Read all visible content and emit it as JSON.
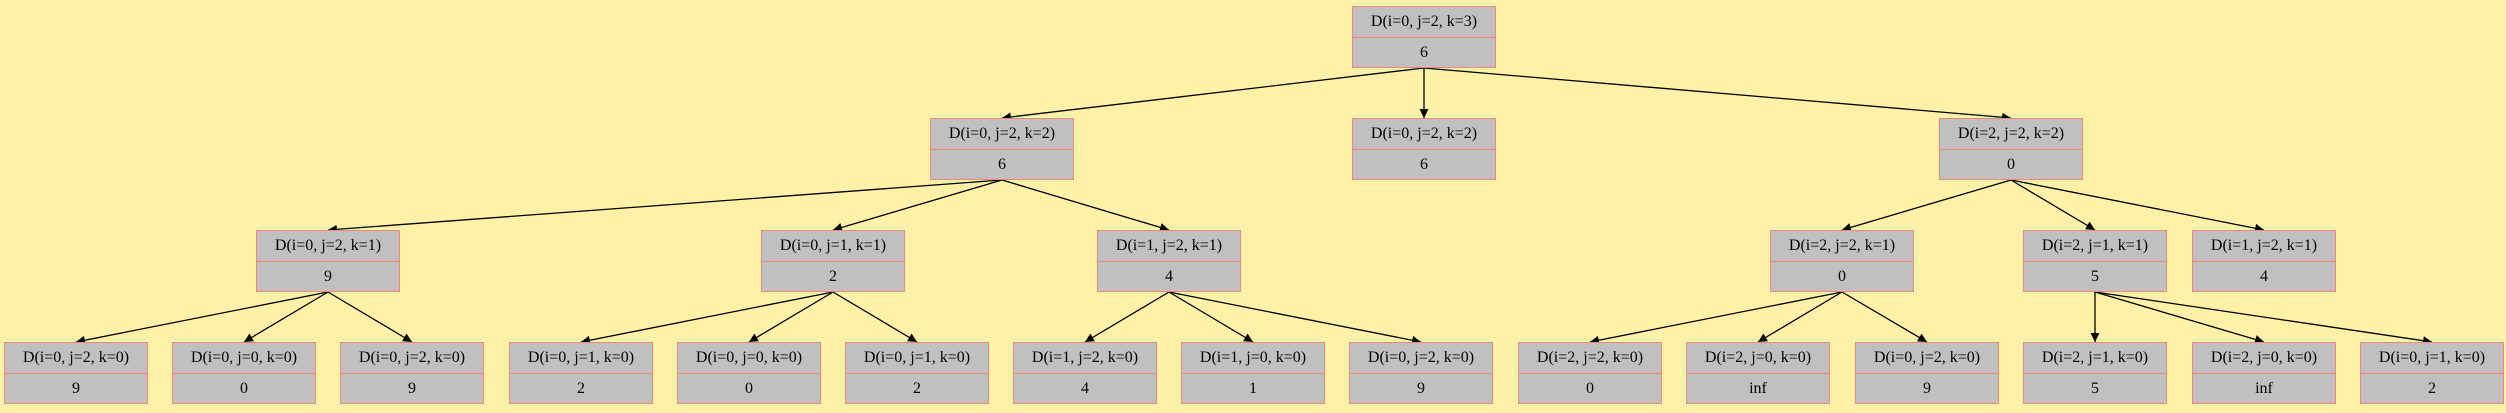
{
  "colors": {
    "background": "#fff1a8",
    "node_fill": "#c0c0c0",
    "node_border": "#f08a78",
    "edge": "#000000"
  },
  "nodes": [
    {
      "id": "n0",
      "label": "D(i=0, j=2, k=3)",
      "value": "6"
    },
    {
      "id": "n1",
      "label": "D(i=0, j=2, k=2)",
      "value": "6"
    },
    {
      "id": "n2",
      "label": "D(i=0, j=2, k=2)",
      "value": "6"
    },
    {
      "id": "n3",
      "label": "D(i=2, j=2, k=2)",
      "value": "0"
    },
    {
      "id": "n4",
      "label": "D(i=0, j=2, k=1)",
      "value": "9"
    },
    {
      "id": "n5",
      "label": "D(i=0, j=1, k=1)",
      "value": "2"
    },
    {
      "id": "n6",
      "label": "D(i=1, j=2, k=1)",
      "value": "4"
    },
    {
      "id": "n7",
      "label": "D(i=2, j=2, k=1)",
      "value": "0"
    },
    {
      "id": "n8",
      "label": "D(i=2, j=1, k=1)",
      "value": "5"
    },
    {
      "id": "n9",
      "label": "D(i=1, j=2, k=1)",
      "value": "4"
    },
    {
      "id": "n10",
      "label": "D(i=0, j=2, k=0)",
      "value": "9"
    },
    {
      "id": "n11",
      "label": "D(i=0, j=0, k=0)",
      "value": "0"
    },
    {
      "id": "n12",
      "label": "D(i=0, j=2, k=0)",
      "value": "9"
    },
    {
      "id": "n13",
      "label": "D(i=0, j=1, k=0)",
      "value": "2"
    },
    {
      "id": "n14",
      "label": "D(i=0, j=0, k=0)",
      "value": "0"
    },
    {
      "id": "n15",
      "label": "D(i=0, j=1, k=0)",
      "value": "2"
    },
    {
      "id": "n16",
      "label": "D(i=1, j=2, k=0)",
      "value": "4"
    },
    {
      "id": "n17",
      "label": "D(i=1, j=0, k=0)",
      "value": "1"
    },
    {
      "id": "n18",
      "label": "D(i=0, j=2, k=0)",
      "value": "9"
    },
    {
      "id": "n19",
      "label": "D(i=2, j=2, k=0)",
      "value": "0"
    },
    {
      "id": "n20",
      "label": "D(i=2, j=0, k=0)",
      "value": "inf"
    },
    {
      "id": "n21",
      "label": "D(i=0, j=2, k=0)",
      "value": "9"
    },
    {
      "id": "n22",
      "label": "D(i=2, j=1, k=0)",
      "value": "5"
    },
    {
      "id": "n23",
      "label": "D(i=2, j=0, k=0)",
      "value": "inf"
    },
    {
      "id": "n24",
      "label": "D(i=0, j=1, k=0)",
      "value": "2"
    }
  ],
  "edges": [
    [
      "n0",
      "n1"
    ],
    [
      "n0",
      "n2"
    ],
    [
      "n0",
      "n3"
    ],
    [
      "n1",
      "n4"
    ],
    [
      "n1",
      "n5"
    ],
    [
      "n1",
      "n6"
    ],
    [
      "n3",
      "n7"
    ],
    [
      "n3",
      "n8"
    ],
    [
      "n3",
      "n9"
    ],
    [
      "n4",
      "n10"
    ],
    [
      "n4",
      "n11"
    ],
    [
      "n4",
      "n12"
    ],
    [
      "n5",
      "n13"
    ],
    [
      "n5",
      "n14"
    ],
    [
      "n5",
      "n15"
    ],
    [
      "n6",
      "n16"
    ],
    [
      "n6",
      "n17"
    ],
    [
      "n6",
      "n18"
    ],
    [
      "n7",
      "n19"
    ],
    [
      "n7",
      "n20"
    ],
    [
      "n7",
      "n21"
    ],
    [
      "n8",
      "n22"
    ],
    [
      "n8",
      "n23"
    ],
    [
      "n8",
      "n24"
    ]
  ]
}
